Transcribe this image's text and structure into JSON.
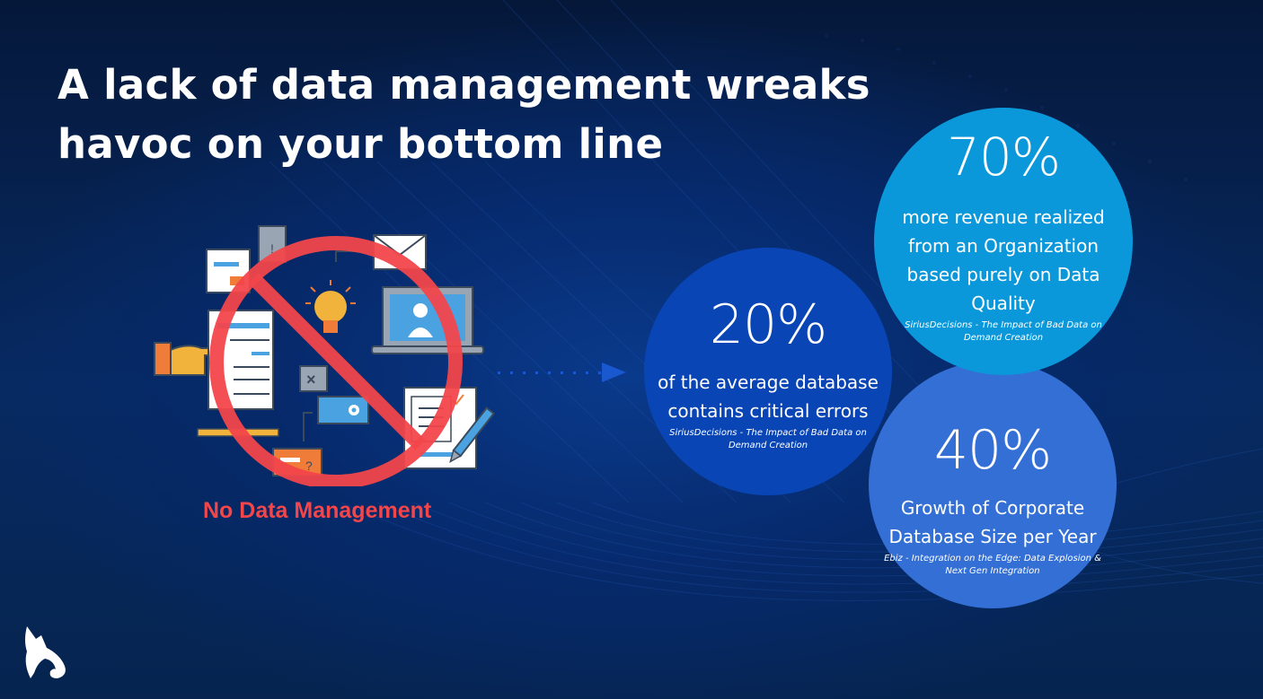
{
  "slide": {
    "title_line1": "A lack of data management wreaks",
    "title_line2": "havoc on your bottom line",
    "illustration": {
      "label": "No Data Management",
      "label_color": "#f2464b",
      "icon": "prohibited-sign-over-data-icons"
    },
    "arrow_icon": "dotted-arrow-right",
    "stats": [
      {
        "value": "20%",
        "description": "of the average database contains critical errors",
        "source": "SiriusDecisions - The Impact of Bad Data on Demand Creation",
        "color": "#0a45b6"
      },
      {
        "value": "70%",
        "description": "more revenue realized from an Organization based purely on Data Quality",
        "source": "SiriusDecisions - The Impact of Bad Data on Demand Creation",
        "color": "#0a98da"
      },
      {
        "value": "40%",
        "description": "Growth of Corporate Database Size per Year",
        "source": "Ebiz - Integration on the Edge: Data Explosion & Next Gen Integration",
        "color": "#336fd4"
      }
    ],
    "logo_icon": "flame-bird-logo"
  }
}
